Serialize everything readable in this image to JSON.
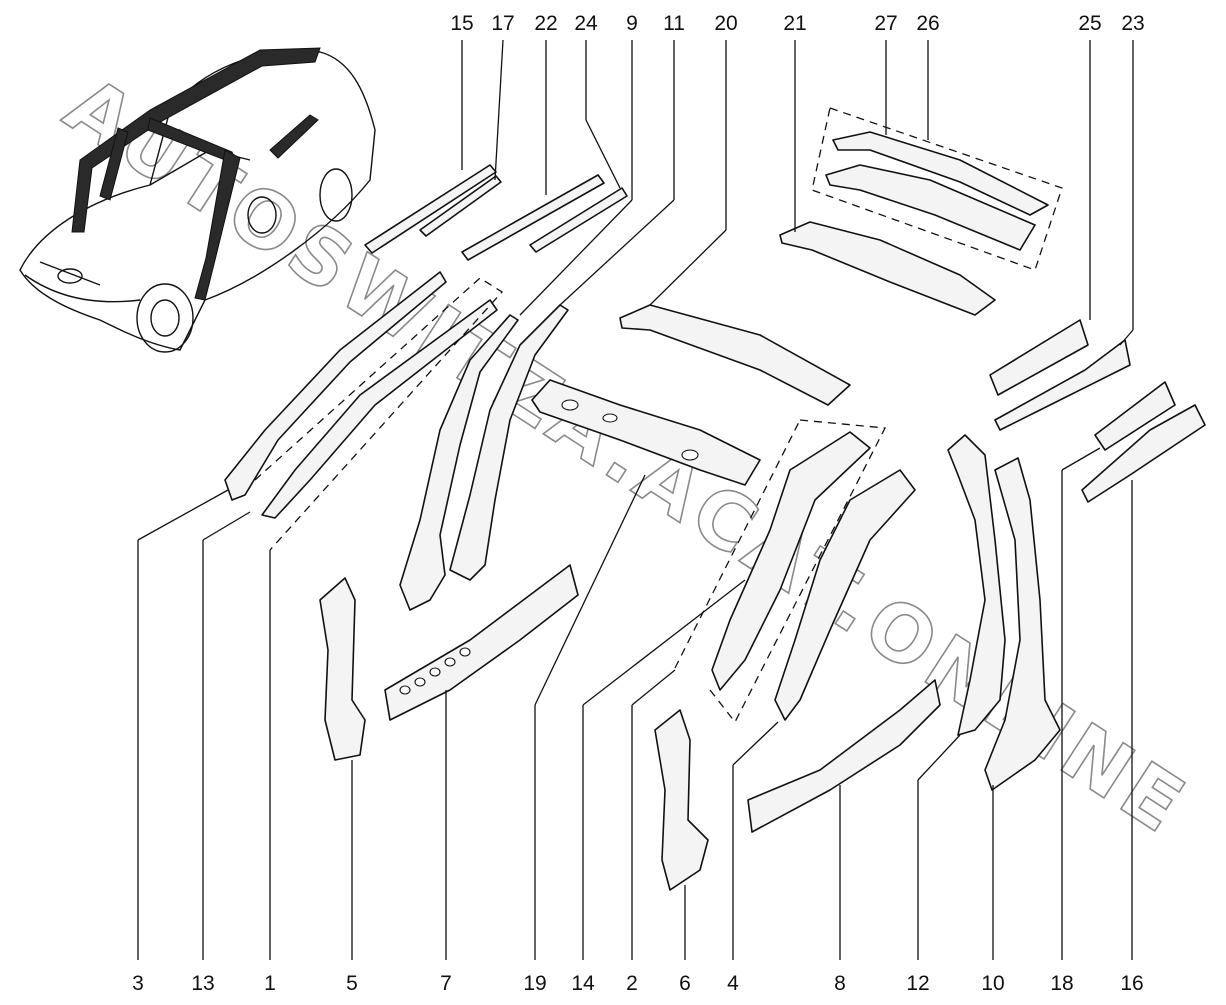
{
  "watermark": "AUTOSWITZA.ACAT.ONLINE",
  "labels_top": [
    "15",
    "17",
    "22",
    "24",
    "9",
    "11",
    "20",
    "21",
    "27",
    "26",
    "25",
    "23"
  ],
  "labels_bottom": [
    "3",
    "13",
    "1",
    "5",
    "7",
    "19",
    "14",
    "2",
    "6",
    "4",
    "8",
    "12",
    "10",
    "18",
    "16"
  ]
}
